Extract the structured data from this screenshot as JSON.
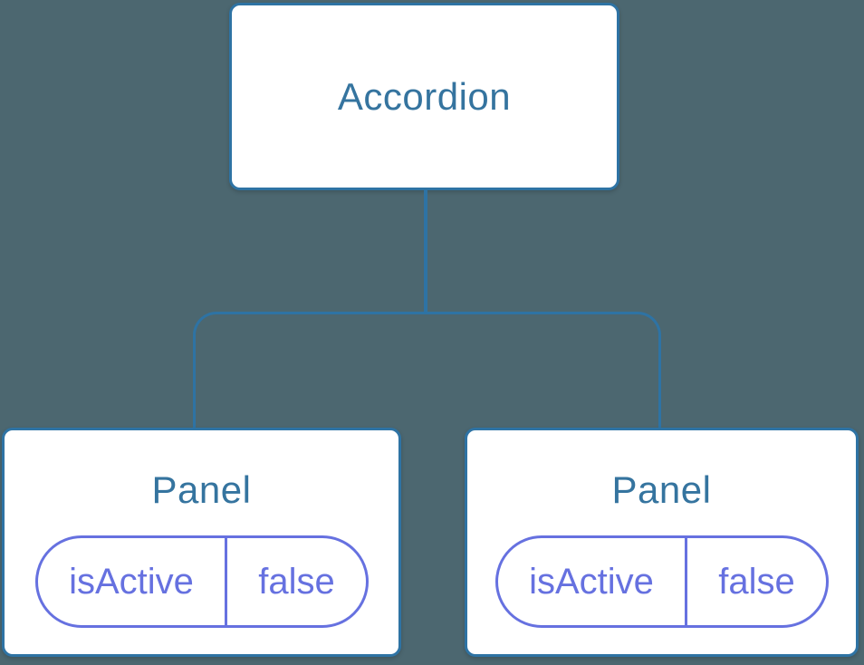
{
  "colors": {
    "background": "#4c6770",
    "connector_stroke": "#2e73a4",
    "node_fill": "#ffffff",
    "node_title": "#35749f",
    "state_pill": "#6671e0"
  },
  "tree": {
    "root": {
      "label": "Accordion"
    },
    "children": [
      {
        "label": "Panel",
        "state": {
          "key": "isActive",
          "value": "false"
        }
      },
      {
        "label": "Panel",
        "state": {
          "key": "isActive",
          "value": "false"
        }
      }
    ]
  }
}
